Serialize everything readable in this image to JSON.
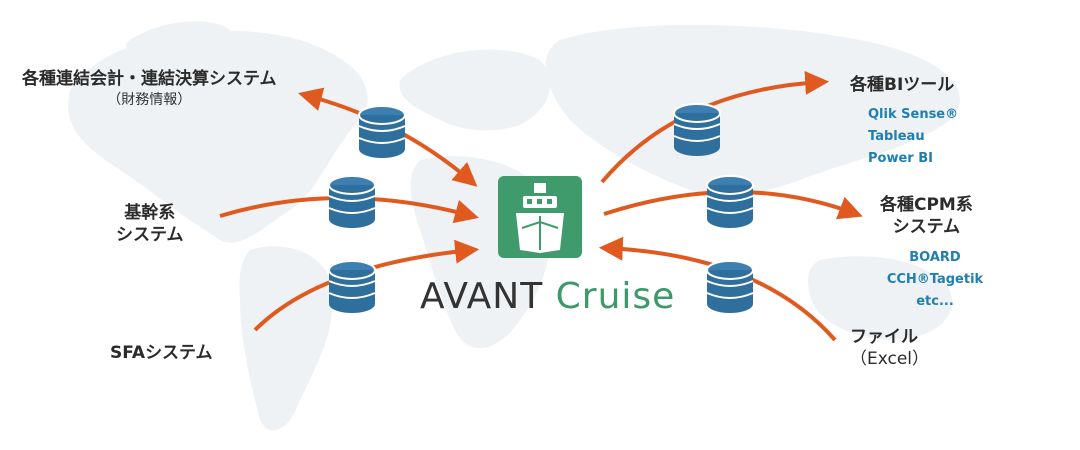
{
  "brand": {
    "word1": "AVANT",
    "word2": "Cruise",
    "accent_color": "#3f9a6c",
    "icon": "ship-icon"
  },
  "sources": [
    {
      "title": "各種連結会計・連結決算システム",
      "subtitle": "（財務情報）"
    },
    {
      "title_line1": "基幹系",
      "title_line2": "システム"
    },
    {
      "title": "SFAシステム"
    }
  ],
  "targets": [
    {
      "title": "各種BIツール",
      "products": [
        "Qlik Sense®",
        "Tableau",
        "Power BI"
      ]
    },
    {
      "title_line1": "各種CPM系",
      "title_line2": "システム",
      "products": [
        "BOARD",
        "CCH®Tagetik",
        "etc..."
      ]
    },
    {
      "title": "ファイル",
      "subtitle": "（Excel）"
    }
  ],
  "colors": {
    "arrow": "#e05a1f",
    "database_fill": "#2f6f9e",
    "database_stripe": "#ffffff",
    "product_text": "#1f7fb2",
    "map": "#eef2f5"
  },
  "icons": [
    "database-icon",
    "arrow-icon",
    "world-map-background"
  ]
}
